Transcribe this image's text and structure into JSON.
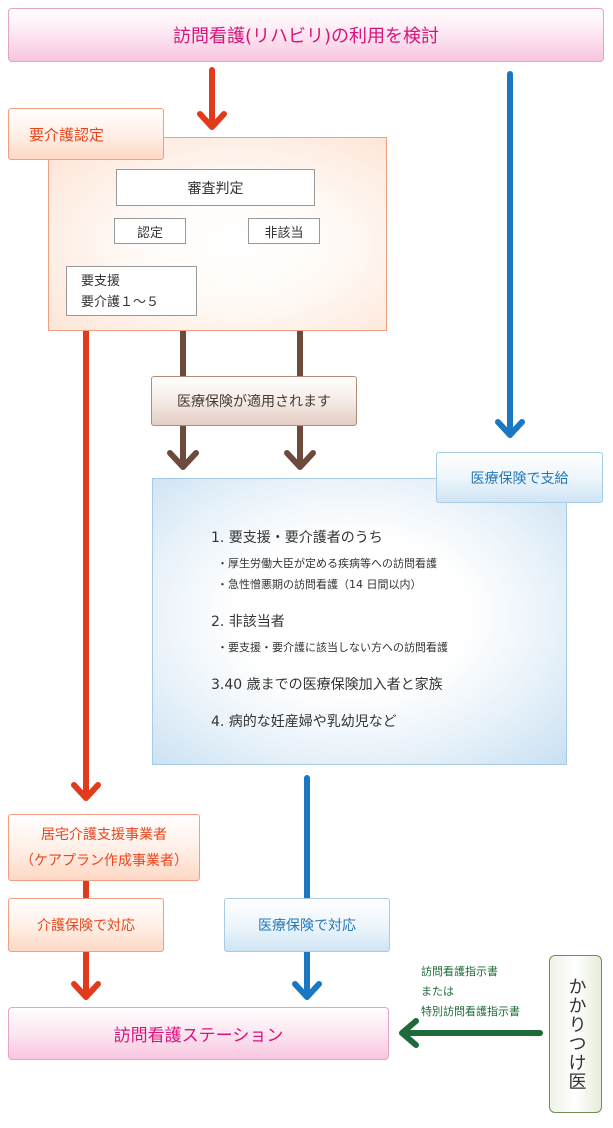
{
  "top_banner": "訪問看護(リハビリ)の利用を検討",
  "care_cert": {
    "label": "要介護認定",
    "review": "審査判定",
    "certified": "認定",
    "not_applicable": "非該当",
    "support_line1": "要支援",
    "support_line2": "要介護１～５"
  },
  "medical_insurance_applied": "医療保険が適用されます",
  "medical_insurance_paid": "医療保険で支給",
  "eligibility": {
    "item1_title": "1. 要支援・要介護者のうち",
    "item1_sub1": "・厚生労働大臣が定める疾病等への訪問看護",
    "item1_sub2": "・急性憎悪期の訪問看護（14 日間以内）",
    "item2_title": "2. 非該当者",
    "item2_sub1": "・要支援・要介護に該当しない方への訪問看護",
    "item3_title": "3.40 歳までの医療保険加入者と家族",
    "item4_title": "4. 病的な妊産婦や乳幼児など"
  },
  "care_manager_line1": "居宅介護支援事業者",
  "care_manager_line2": "（ケアプラン作成事業者）",
  "care_insurance_handle": "介護保険で対応",
  "medical_insurance_handle": "医療保険で対応",
  "station": "訪問看護ステーション",
  "instruction_line1": "訪問看護指示書",
  "instruction_line2": "または",
  "instruction_line3": "特別訪問看護指示書",
  "family_doctor": "かかりつけ医",
  "colors": {
    "red_arrow": "#e23a1c",
    "blue_arrow": "#1a78c2",
    "brown_arrow": "#6e4a3c",
    "green_arrow": "#1e6a3a",
    "pink_text": "#d8147a",
    "orange_text": "#e8461e",
    "blue_text": "#2478b8"
  }
}
